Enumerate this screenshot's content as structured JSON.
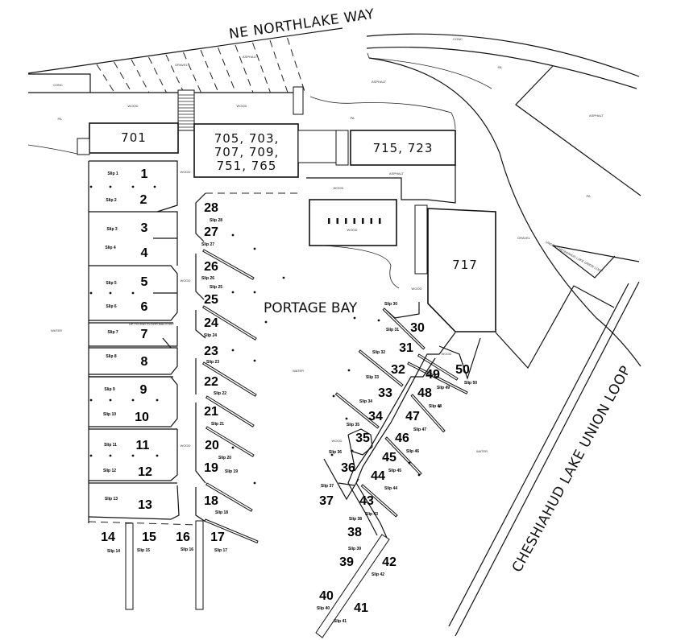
{
  "map": {
    "road_north": "NE NORTHLAKE WAY",
    "road_east": "CHESHIAHUD LAKE UNION LOOP",
    "water_body": "PORTAGE BAY",
    "under_loop_note": "UNDER CHESHIAHUD LAKE UNION LOOP",
    "balcony_note": "UP TO 2ND FLOOR BALCONY"
  },
  "buildings": [
    {
      "id": "701",
      "lines": [
        "701"
      ]
    },
    {
      "id": "705",
      "lines": [
        "705, 703,",
        "707, 709,",
        "751, 765"
      ]
    },
    {
      "id": "715",
      "lines": [
        "715, 723"
      ]
    },
    {
      "id": "717",
      "lines": [
        "717"
      ]
    }
  ],
  "surfaces": {
    "asphalt": "ASPHALT",
    "gravel": "GRAVEL",
    "conc": "CONC",
    "wood": "WOOD",
    "water": "WATER",
    "pa": "PA"
  },
  "slips": [
    {
      "number": "1",
      "label": "Slip 1"
    },
    {
      "number": "2",
      "label": "Slip 2"
    },
    {
      "number": "3",
      "label": "Slip 3"
    },
    {
      "number": "4",
      "label": "Slip 4"
    },
    {
      "number": "5",
      "label": "Slip 5"
    },
    {
      "number": "6",
      "label": "Slip 6"
    },
    {
      "number": "7",
      "label": "Slip 7"
    },
    {
      "number": "8",
      "label": "Slip 8"
    },
    {
      "number": "9",
      "label": "Slip 9"
    },
    {
      "number": "10",
      "label": "Slip 10"
    },
    {
      "number": "11",
      "label": "Slip 11"
    },
    {
      "number": "12",
      "label": "Slip 12"
    },
    {
      "number": "13",
      "label": "Slip 13"
    },
    {
      "number": "14",
      "label": "Slip 14"
    },
    {
      "number": "15",
      "label": "Slip 15"
    },
    {
      "number": "16",
      "label": "Slip 16"
    },
    {
      "number": "17",
      "label": "Slip 17"
    },
    {
      "number": "18",
      "label": "Slip 18"
    },
    {
      "number": "19",
      "label": "Slip 19"
    },
    {
      "number": "20",
      "label": "Slip 20"
    },
    {
      "number": "21",
      "label": "Slip 21"
    },
    {
      "number": "22",
      "label": "Slip 22"
    },
    {
      "number": "23",
      "label": "Slip 23"
    },
    {
      "number": "24",
      "label": "Slip 24"
    },
    {
      "number": "25",
      "label": "Slip 25"
    },
    {
      "number": "26",
      "label": "Slip 26"
    },
    {
      "number": "27",
      "label": "Slip 27"
    },
    {
      "number": "28",
      "label": "Slip 28"
    },
    {
      "number": "30",
      "label": "Slip 30"
    },
    {
      "number": "31",
      "label": "Slip 31"
    },
    {
      "number": "32",
      "label": "Slip 32"
    },
    {
      "number": "33",
      "label": "Slip 33"
    },
    {
      "number": "34",
      "label": "Slip 34"
    },
    {
      "number": "35",
      "label": "Slip 35"
    },
    {
      "number": "36",
      "label": "Slip 36"
    },
    {
      "number": "37",
      "label": "Slip 37"
    },
    {
      "number": "38",
      "label": "Slip 38"
    },
    {
      "number": "39",
      "label": "Slip 39"
    },
    {
      "number": "40",
      "label": "Slip 40"
    },
    {
      "number": "41",
      "label": "Slip 41"
    },
    {
      "number": "42",
      "label": "Slip 42"
    },
    {
      "number": "43",
      "label": "Slip 43"
    },
    {
      "number": "44",
      "label": "Slip 44"
    },
    {
      "number": "45",
      "label": "Slip 45"
    },
    {
      "number": "46",
      "label": "Slip 46"
    },
    {
      "number": "47",
      "label": "Slip 47"
    },
    {
      "number": "48",
      "label": "Slip 48"
    },
    {
      "number": "49",
      "label": "Slip 49"
    },
    {
      "number": "50",
      "label": "Slip 50"
    }
  ]
}
